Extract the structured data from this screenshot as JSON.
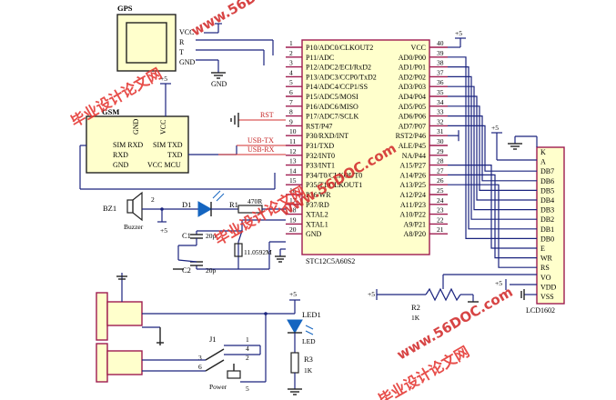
{
  "gps": {
    "title": "GPS",
    "pins": [
      "VCC",
      "R",
      "T",
      "GND"
    ],
    "gnd_label": "GND"
  },
  "gsm": {
    "title": "GSM",
    "pin_gnd": "GND",
    "pin_vcc": "VCC",
    "left_pins": [
      "SIM RXD",
      "RXD",
      "GND"
    ],
    "right_pins": [
      "SIM TXD",
      "TXD",
      "VCC MCU"
    ]
  },
  "mcu": {
    "part": "STC12C5A60S2",
    "left_pins": [
      {
        "n": "1",
        "name": "P10/ADC0/CLKOUT2"
      },
      {
        "n": "2",
        "name": "P11/ADC"
      },
      {
        "n": "3",
        "name": "P12/ADC2/ECI/RxD2"
      },
      {
        "n": "4",
        "name": "P13/ADC3/CCP0/TxD2"
      },
      {
        "n": "5",
        "name": "P14/ADC4/CCP1/SS"
      },
      {
        "n": "6",
        "name": "P15/ADC5/MOSI"
      },
      {
        "n": "7",
        "name": "P16/ADC6/MISO"
      },
      {
        "n": "8",
        "name": "P17/ADC7/SCLK"
      },
      {
        "n": "9",
        "name": "RST/P47"
      },
      {
        "n": "10",
        "name": "P30/RXD/INT"
      },
      {
        "n": "11",
        "name": "P31/TXD"
      },
      {
        "n": "12",
        "name": "P32/INT0"
      },
      {
        "n": "13",
        "name": "P33/INT1"
      },
      {
        "n": "14",
        "name": "P34/T0/CLKOUT0"
      },
      {
        "n": "15",
        "name": "P35/T1/CLKOUT1"
      },
      {
        "n": "16",
        "name": "P36/WR"
      },
      {
        "n": "17",
        "name": "P37/RD"
      },
      {
        "n": "18",
        "name": "XTAL2"
      },
      {
        "n": "19",
        "name": "XTAL1"
      },
      {
        "n": "20",
        "name": "GND"
      }
    ],
    "right_pins": [
      {
        "n": "40",
        "name": "VCC"
      },
      {
        "n": "39",
        "name": "AD0/P00"
      },
      {
        "n": "38",
        "name": "AD1/P01"
      },
      {
        "n": "37",
        "name": "AD2/P02"
      },
      {
        "n": "36",
        "name": "AD3/P03"
      },
      {
        "n": "35",
        "name": "AD4/P04"
      },
      {
        "n": "34",
        "name": "AD5/P05"
      },
      {
        "n": "33",
        "name": "AD6/P06"
      },
      {
        "n": "32",
        "name": "AD7/P07"
      },
      {
        "n": "31",
        "name": "RST2/P46"
      },
      {
        "n": "30",
        "name": "ALE/P45"
      },
      {
        "n": "29",
        "name": "NA/P44"
      },
      {
        "n": "28",
        "name": "A15/P27"
      },
      {
        "n": "27",
        "name": "A14/P26"
      },
      {
        "n": "26",
        "name": "A13/P25"
      },
      {
        "n": "25",
        "name": "A12/P24"
      },
      {
        "n": "24",
        "name": "A11/P23"
      },
      {
        "n": "23",
        "name": "A10/P22"
      },
      {
        "n": "22",
        "name": "A9/P21"
      },
      {
        "n": "21",
        "name": "A8/P20"
      }
    ]
  },
  "lcd": {
    "part": "LCD1602",
    "pins": [
      "K",
      "A",
      "DB7",
      "DB6",
      "DB5",
      "DB4",
      "DB3",
      "DB2",
      "DB1",
      "DB0",
      "E",
      "WR",
      "RS",
      "VO",
      "VDD",
      "VSS"
    ]
  },
  "nets": {
    "rst": "RST",
    "usb_tx": "USB-TX",
    "usb_rx": "USB-RX",
    "power_symbol": "+5"
  },
  "parts": {
    "bz1": "BZ1",
    "buzzer": "Buzzer",
    "d1": "D1",
    "r1": "R1",
    "r1_value": "470R",
    "c1": "C1",
    "c1_value": "20p",
    "c2": "C2",
    "c2_value": "20p",
    "crystal": "11.0592M",
    "r2": "R2",
    "r2_value": "1K",
    "led1": "LED1",
    "led_label": "LED",
    "r3": "R3",
    "r3_value": "1K",
    "j1": "J1",
    "power": "Power",
    "j1_pins": [
      "1",
      "4",
      "2",
      "3",
      "6",
      "5"
    ],
    "bz_pin": "2"
  },
  "watermarks": [
    "毕业设计论文网",
    "www.56DOC.com"
  ],
  "colors": {
    "wire": "#1a237e",
    "ic_fill": "#ffffcc",
    "ic_stroke": "#9e1b4f",
    "net_red": "#d32f2f",
    "watermark": "#e53935"
  }
}
